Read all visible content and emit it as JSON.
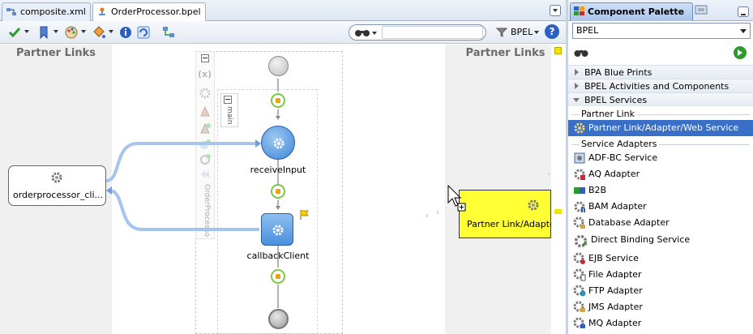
{
  "tabs": [
    {
      "label": "composite.xml"
    },
    {
      "label": "OrderProcessor.bpel"
    }
  ],
  "toolbar": {
    "search_placeholder": "",
    "language_label": "BPEL"
  },
  "canvas": {
    "left_lane_title": "Partner Links",
    "right_lane_title": "Partner Links",
    "scope_name": "main",
    "process_name": "OrderProcessor",
    "partner_link_left": "orderprocessor_cli...",
    "activities": [
      {
        "label": "receiveInput"
      },
      {
        "label": "callbackClient"
      }
    ],
    "drop_target_label": "Partner Link/Adapter/"
  },
  "palette": {
    "title": "Component Palette",
    "selected_library": "BPEL",
    "categories": [
      {
        "label": "BPA Blue Prints",
        "expanded": false
      },
      {
        "label": "BPEL Activities and Components",
        "expanded": false
      },
      {
        "label": "BPEL Services",
        "expanded": true
      }
    ],
    "sections": {
      "partner_link": "Partner Link",
      "service_adapters": "Service Adapters"
    },
    "partner_link_item": "Partner Link/Adapter/Web Service",
    "adapters": [
      "ADF-BC Service",
      "AQ Adapter",
      "B2B",
      "BAM Adapter",
      "Database Adapter",
      "Direct Binding Service",
      "EJB Service",
      "File Adapter",
      "FTP Adapter",
      "JMS Adapter",
      "MQ Adapter"
    ]
  },
  "colors": {
    "selection": "#3a6fc7",
    "drop_target": "#ffff33",
    "activity": "#5b9bd5",
    "link": "#8fb4e6"
  }
}
